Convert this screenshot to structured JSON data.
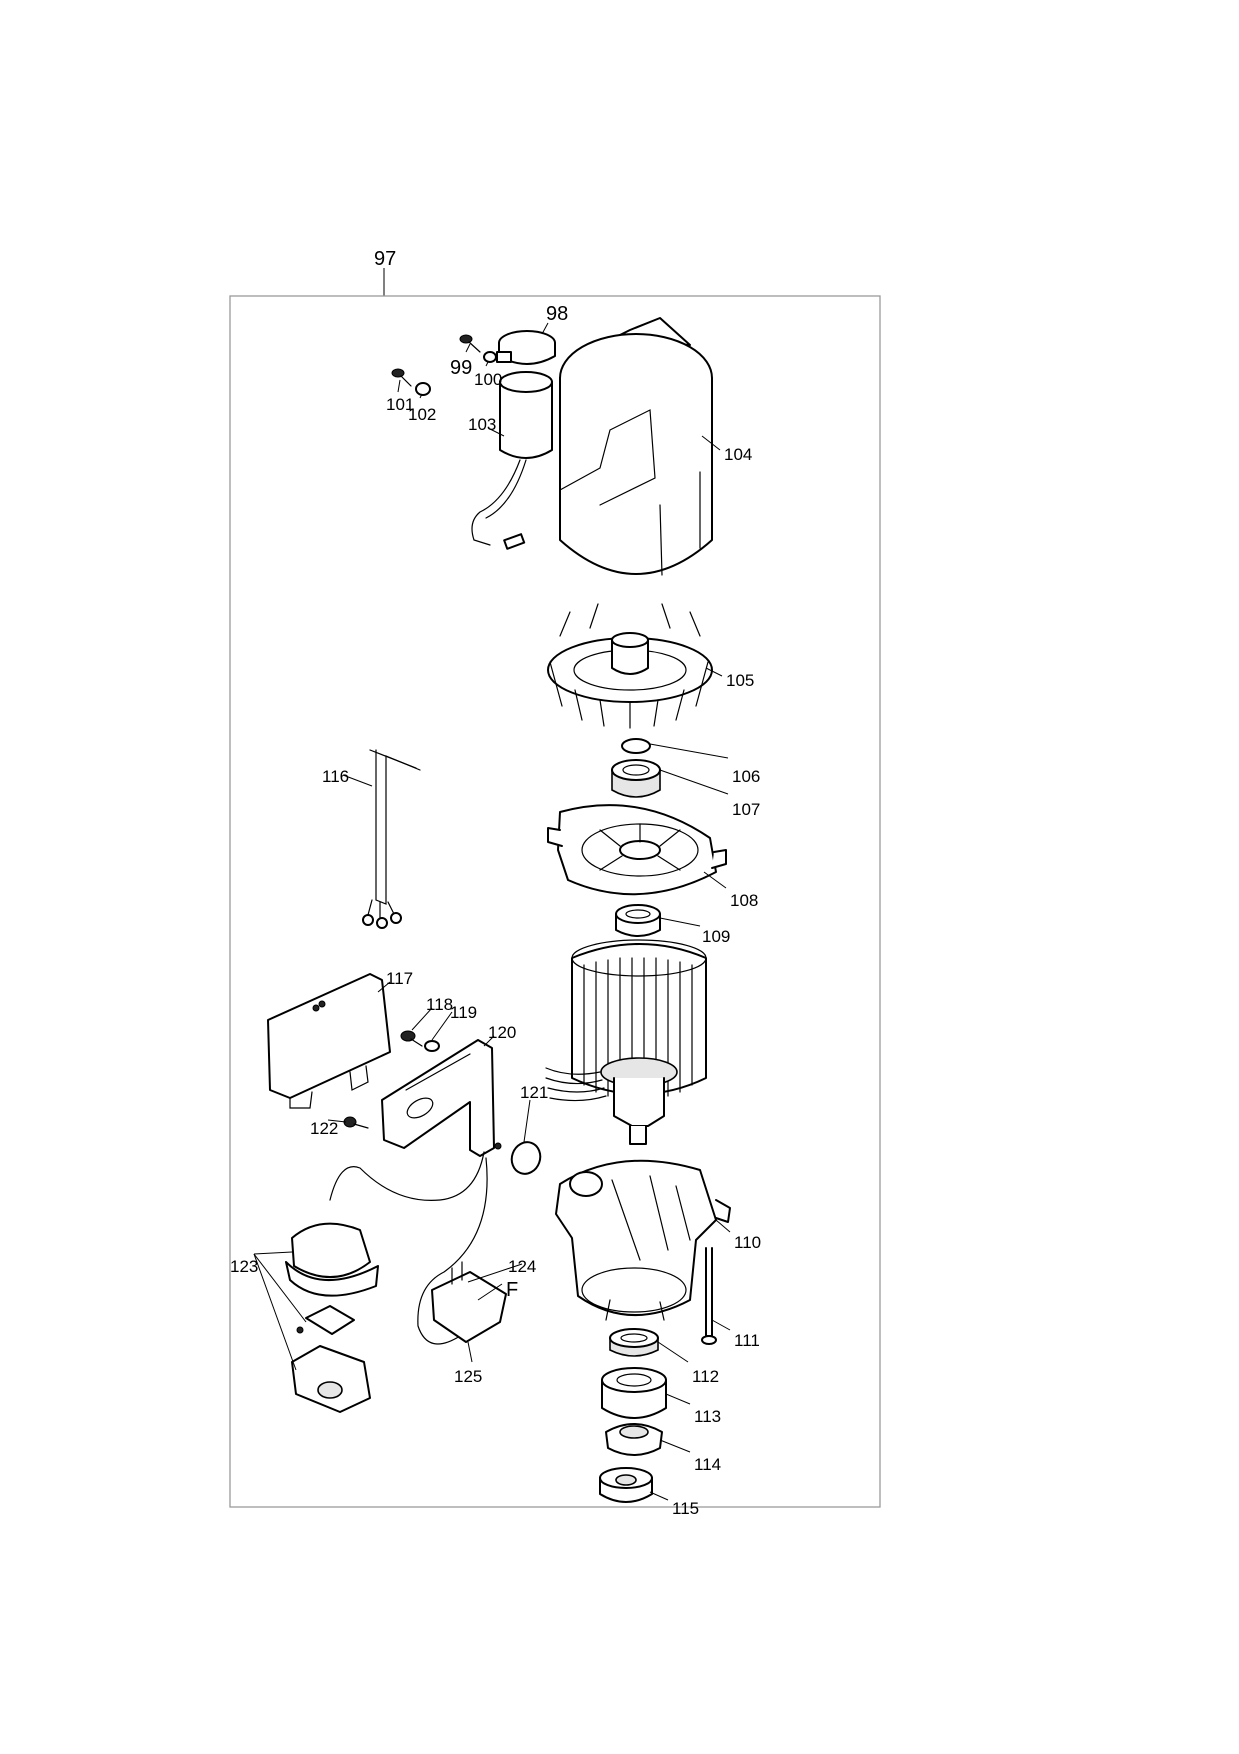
{
  "callouts": {
    "c97": "97",
    "c98": "98",
    "c99": "99",
    "c100": "100",
    "c101": "101",
    "c102": "102",
    "c103": "103",
    "c104": "104",
    "c105": "105",
    "c106": "106",
    "c107": "107",
    "c108": "108",
    "c109": "109",
    "c110": "110",
    "c111": "111",
    "c112": "112",
    "c113": "113",
    "c114": "114",
    "c115": "115",
    "c116": "116",
    "c117": "117",
    "c118": "118",
    "c119": "119",
    "c120": "120",
    "c121": "121",
    "c122": "122",
    "c123": "123",
    "c124": "124",
    "c125": "125",
    "cF": "F"
  },
  "colors": {
    "line": "#000000",
    "frame": "#9a9a9a",
    "background": "#ffffff"
  }
}
